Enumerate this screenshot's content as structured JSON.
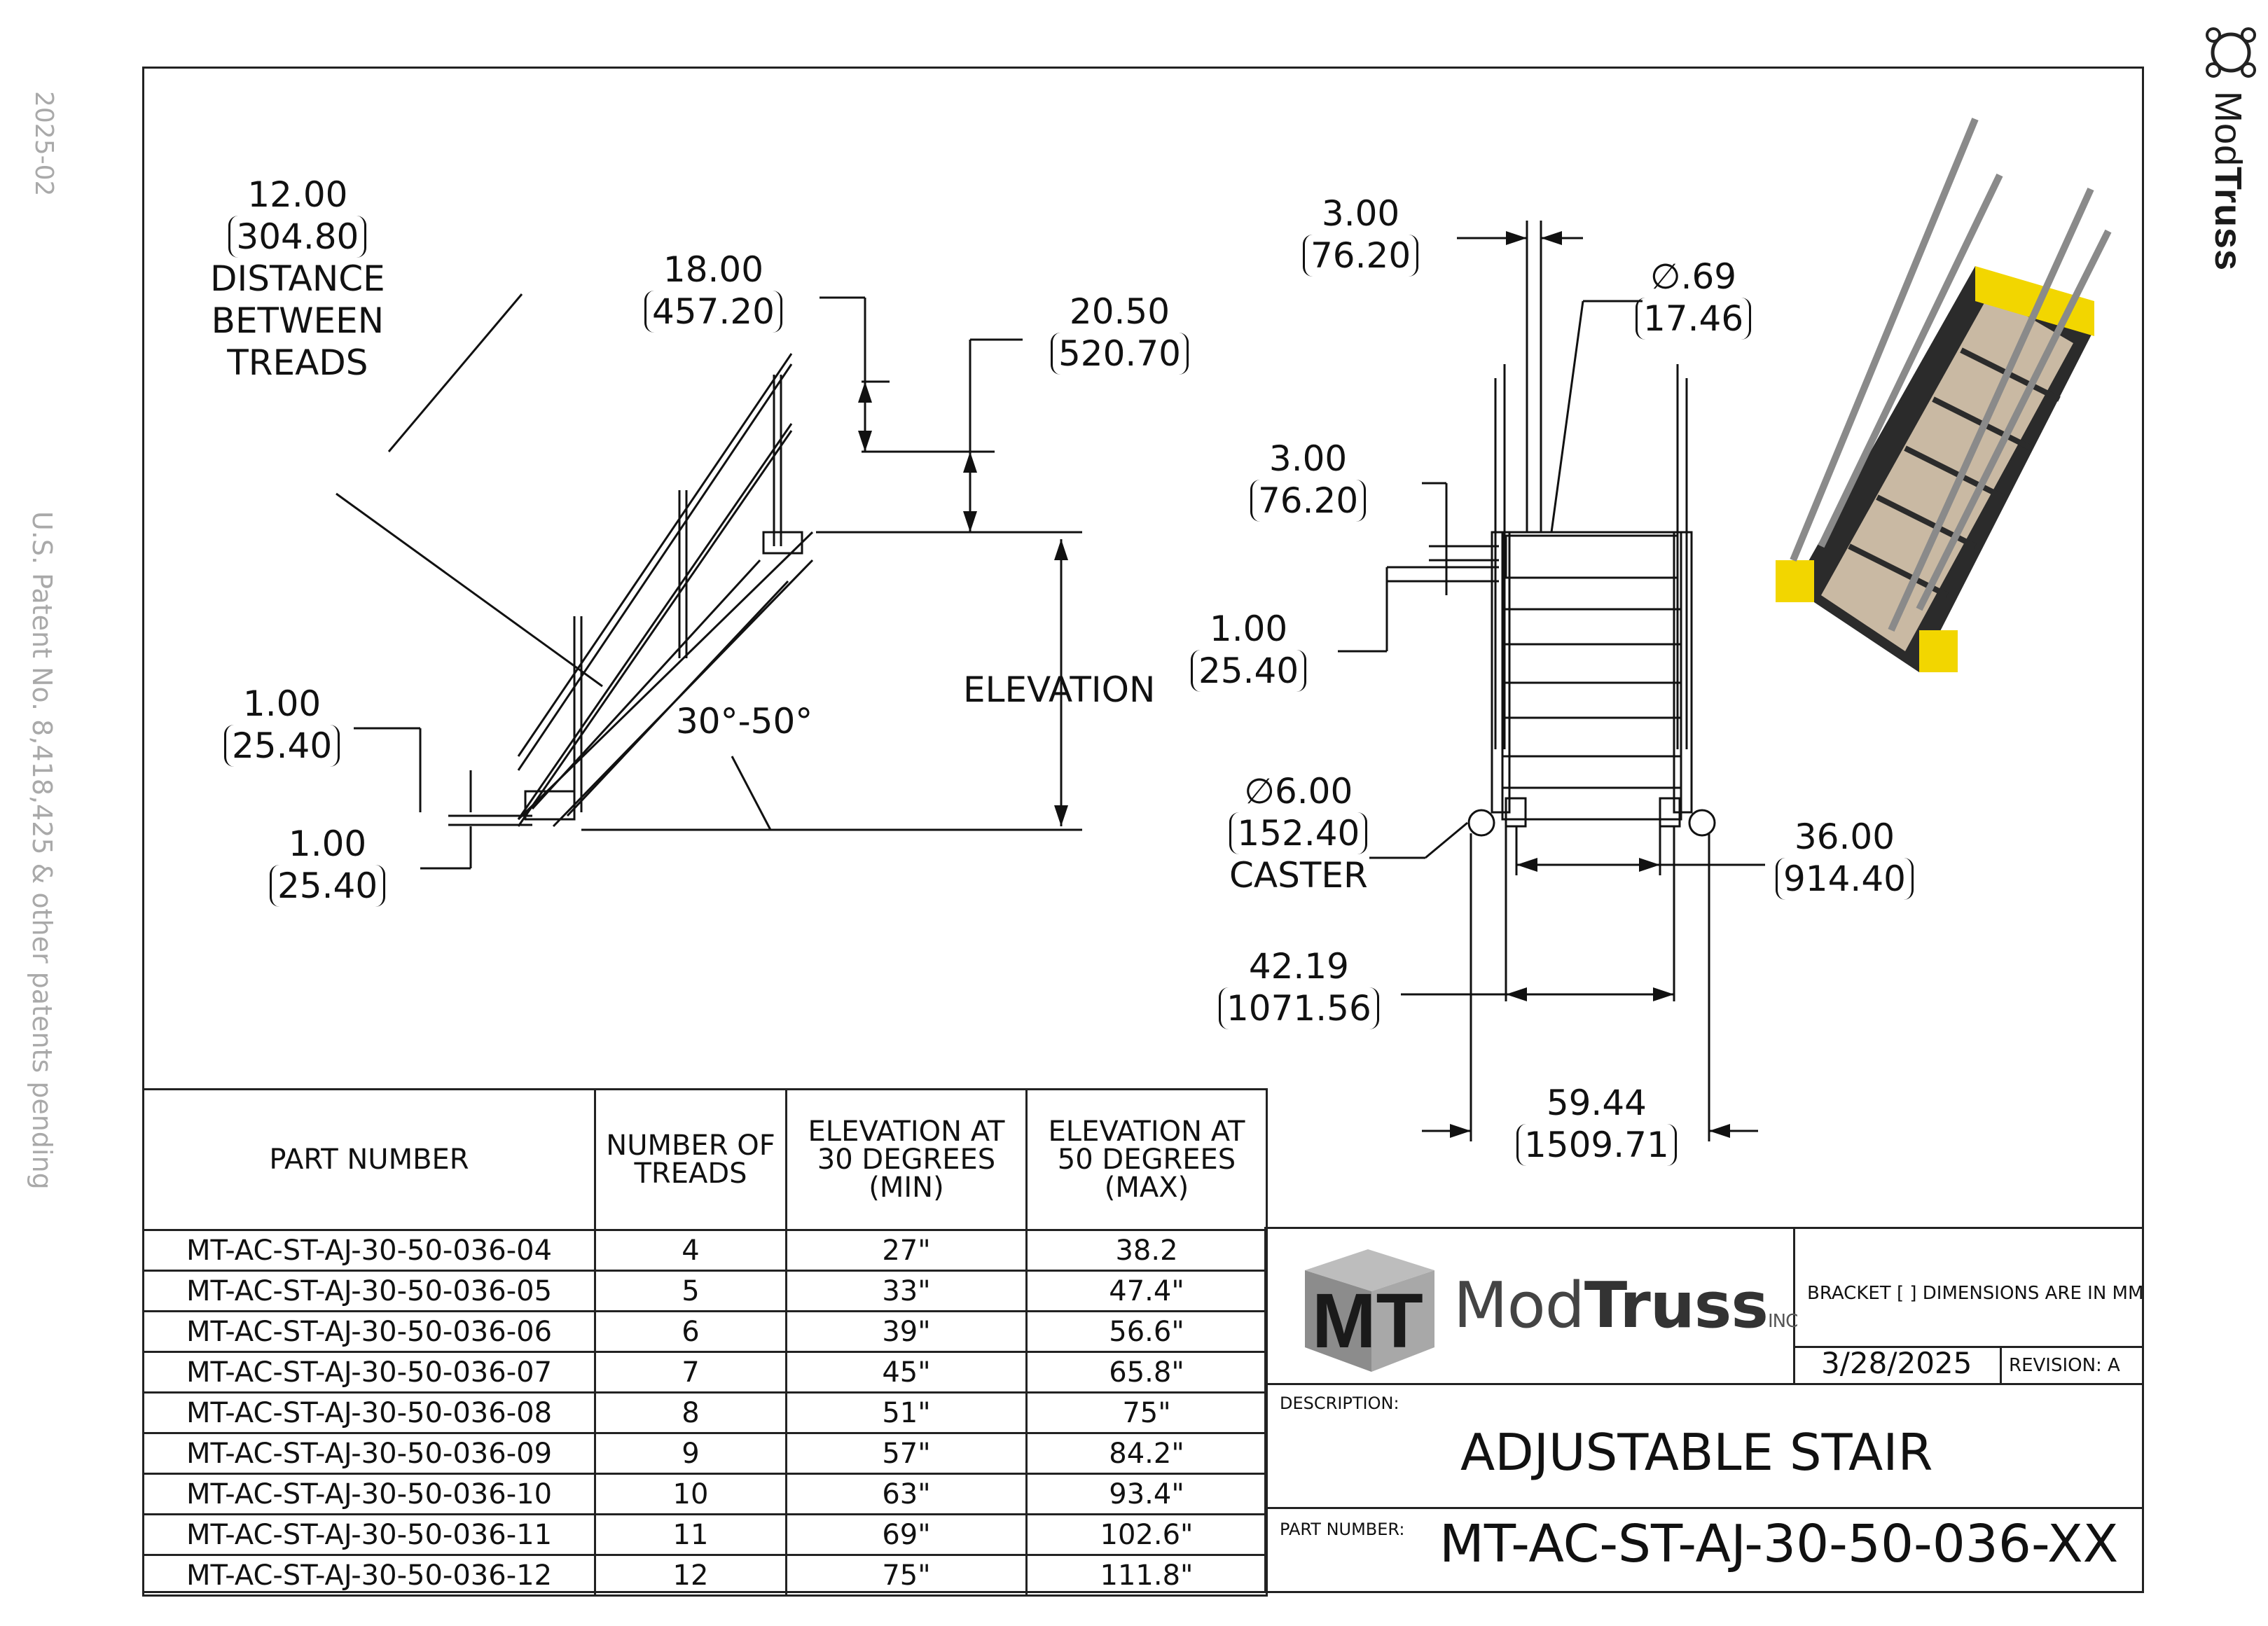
{
  "side": {
    "date": "2025-02",
    "patent": "U.S. Patent No. 8,418,425 & other patents pending"
  },
  "brand_vertical": {
    "light": "Mod",
    "bold": "Truss"
  },
  "dims": {
    "tread_gap": {
      "in": "12.00",
      "mm": "304.80",
      "note1": "DISTANCE",
      "note2": "BETWEEN",
      "note3": "TREADS"
    },
    "rail_top": {
      "in": "18.00",
      "mm": "457.20"
    },
    "rail_mid": {
      "in": "20.50",
      "mm": "520.70"
    },
    "foot_upper": {
      "in": "1.00",
      "mm": "25.40"
    },
    "foot_lower": {
      "in": "1.00",
      "mm": "25.40"
    },
    "angle": "30°-50°",
    "elevation": "ELEVATION",
    "post_width": {
      "in": "3.00",
      "mm": "76.20"
    },
    "hole": {
      "in": "∅.69",
      "mm": "17.46"
    },
    "deck_edge": {
      "in": "3.00",
      "mm": "76.20"
    },
    "deck_lip": {
      "in": "1.00",
      "mm": "25.40"
    },
    "caster": {
      "in": "∅6.00",
      "mm": "152.40",
      "label": "CASTER"
    },
    "inner_width": {
      "in": "36.00",
      "mm": "914.40"
    },
    "mid_width": {
      "in": "42.19",
      "mm": "1071.56"
    },
    "outer_width": {
      "in": "59.44",
      "mm": "1509.71"
    }
  },
  "table": {
    "headers": [
      "PART NUMBER",
      "NUMBER OF TREADS",
      "ELEVATION AT 30 DEGREES (MIN)",
      "ELEVATION AT 50 DEGREES (MAX)"
    ],
    "rows": [
      [
        "MT-AC-ST-AJ-30-50-036-04",
        "4",
        "27\"",
        "38.2"
      ],
      [
        "MT-AC-ST-AJ-30-50-036-05",
        "5",
        "33\"",
        "47.4\""
      ],
      [
        "MT-AC-ST-AJ-30-50-036-06",
        "6",
        "39\"",
        "56.6\""
      ],
      [
        "MT-AC-ST-AJ-30-50-036-07",
        "7",
        "45\"",
        "65.8\""
      ],
      [
        "MT-AC-ST-AJ-30-50-036-08",
        "8",
        "51\"",
        "75\""
      ],
      [
        "MT-AC-ST-AJ-30-50-036-09",
        "9",
        "57\"",
        "84.2\""
      ],
      [
        "MT-AC-ST-AJ-30-50-036-10",
        "10",
        "63\"",
        "93.4\""
      ],
      [
        "MT-AC-ST-AJ-30-50-036-11",
        "11",
        "69\"",
        "102.6\""
      ],
      [
        "MT-AC-ST-AJ-30-50-036-12",
        "12",
        "75\"",
        "111.8\""
      ]
    ]
  },
  "title_block": {
    "logo_letters": "MT",
    "logo_word_light": "Mod",
    "logo_word_bold": "Truss",
    "logo_inc": "INC",
    "bracket_note": "BRACKET [ ] DIMENSIONS ARE IN MM",
    "date": "3/28/2025",
    "revision": "REVISION: A",
    "description_label": "DESCRIPTION:",
    "description": "ADJUSTABLE STAIR",
    "part_number_label": "PART NUMBER:",
    "part_number": "MT-AC-ST-AJ-30-50-036-XX"
  },
  "colors": {
    "line": "#111111",
    "accent_yellow": "#f2d600",
    "tread_tan": "#c9b9a3",
    "frame_dark": "#2b2b2b"
  }
}
